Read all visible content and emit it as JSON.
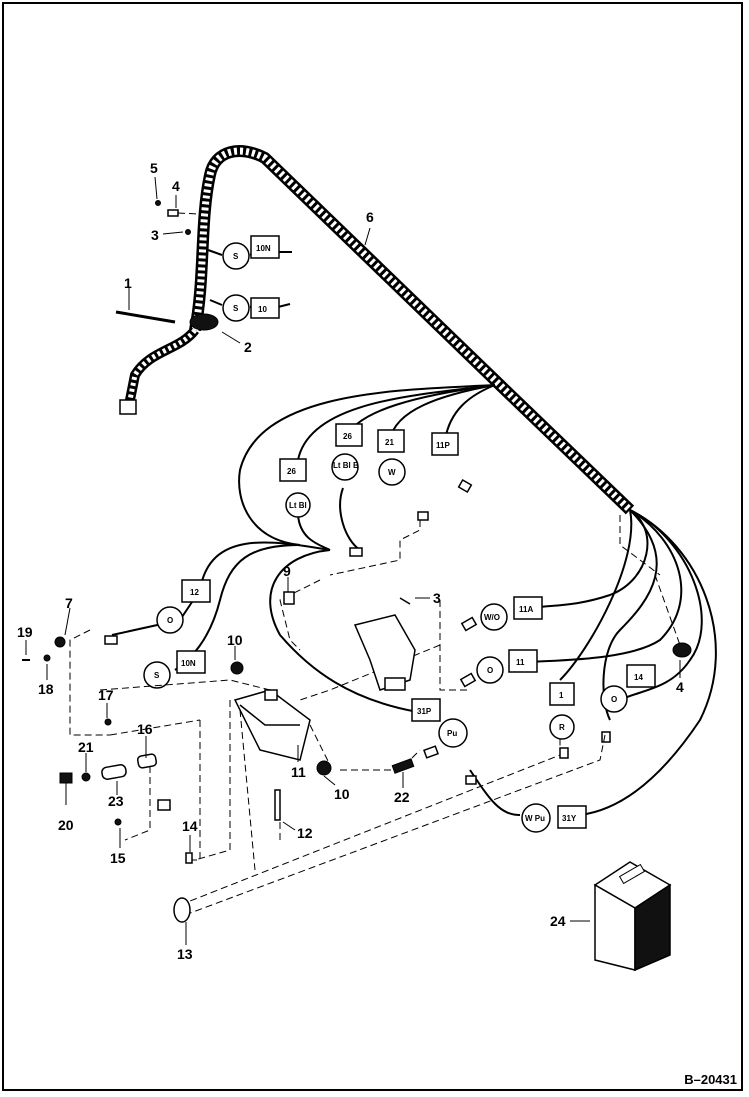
{
  "figure_number": "B–20431",
  "callouts": {
    "c1": "1",
    "c2": "2",
    "c3a": "3",
    "c3b": "3",
    "c4a": "4",
    "c4b": "4",
    "c5": "5",
    "c6": "6",
    "c7": "7",
    "c9": "9",
    "c10a": "10",
    "c10b": "10",
    "c11": "11",
    "c12": "12",
    "c13": "13",
    "c14": "14",
    "c15": "15",
    "c16": "16",
    "c17": "17",
    "c18": "18",
    "c19": "19",
    "c20": "20",
    "c21": "21",
    "c22": "22",
    "c23": "23",
    "c24": "24"
  },
  "wire_tags": {
    "t10n_top": "10N",
    "t10_top": "10",
    "t26a": "26",
    "t26b": "26",
    "t21": "21",
    "t11p_top": "11P",
    "t12": "12",
    "t10n_left": "10N",
    "t11a": "11A",
    "t11": "11",
    "t1": "1",
    "t14": "14",
    "t31p": "31P",
    "t31y": "31Y"
  },
  "color_codes": {
    "k_s1": "S",
    "k_s2": "S",
    "k_lbb1": "Lt Bl B",
    "k_w": "W",
    "k_lbb2": "Lt Bl",
    "k_o1": "O",
    "k_s3": "S",
    "k_wo": "W/O",
    "k_o2": "O",
    "k_r": "R",
    "k_o3": "O",
    "k_pu": "Pu",
    "k_wpu": "W Pu"
  }
}
